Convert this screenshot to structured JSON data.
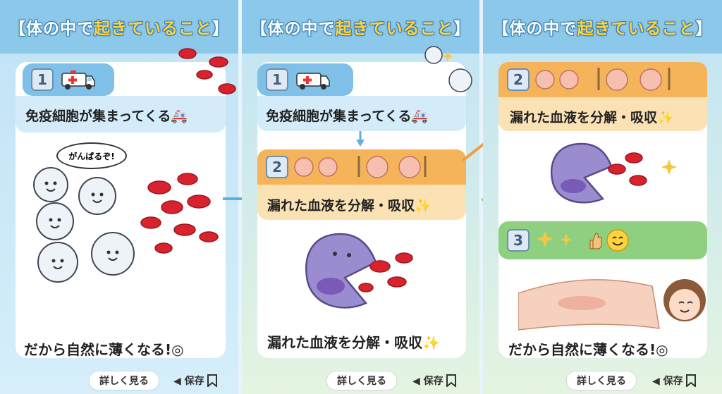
{
  "panels": [
    {
      "title_a": "【体の中で",
      "title_b": "起きていること",
      "title_c": "】",
      "step1_num": "1",
      "step1_caption": "免疫細胞が集まってくる🚑",
      "speech": "がんばるぞ!",
      "bottom_caption": "だから自然に薄くなる!◎",
      "detail_button": "詳しく見る",
      "save_label": "◀ 保存"
    },
    {
      "title_a": "【体の中で",
      "title_b": "起きていること",
      "title_c": "】",
      "step1_num": "1",
      "step1_caption": "免疫細胞が集まってくる🚑",
      "step2_num": "2",
      "step2_caption": "漏れた血液を分解・吸収✨",
      "bottom_caption": "漏れた血液を分解・吸収✨",
      "detail_button": "詳しく見る",
      "save_label": "◀ 保存"
    },
    {
      "title_a": "【体の中で",
      "title_b": "起きていること",
      "title_c": "】",
      "step2_num": "2",
      "step2_caption": "漏れた血液を分解・吸収✨",
      "step3_num": "3",
      "bottom_caption": "だから自然に薄くなる!◎",
      "detail_button": "詳しく見る",
      "save_label": "◀ 保存"
    }
  ],
  "colors": {
    "title_bar": "#8cc8ea",
    "highlight": "#ffd23f",
    "blood_cell": "#d8232f",
    "immune_cell": "#eef3f8",
    "macrophage": "#9b8ccf",
    "arrow_blue": "#5fb0de",
    "arrow_orange": "#f0a040",
    "arrow_green": "#7cc77a"
  },
  "icons": [
    "ambulance-icon",
    "sparkle-icon",
    "thumbs-up-icon",
    "smile-icon",
    "bookmark-icon",
    "shovel-icon",
    "broom-icon"
  ]
}
